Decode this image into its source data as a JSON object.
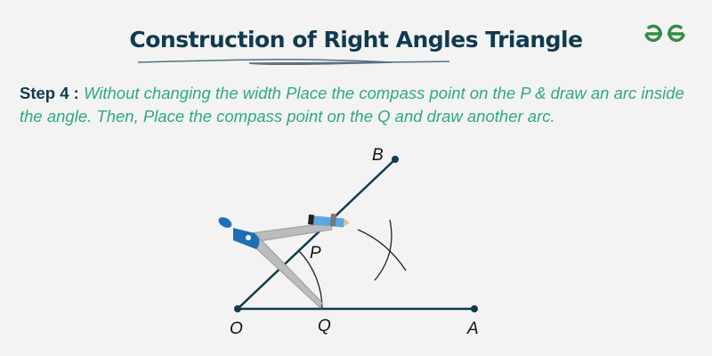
{
  "header": {
    "title": "Construction of Right Angles Triangle",
    "logo": "GfG"
  },
  "step": {
    "label": "Step 4 :",
    "text": "Without changing the width Place the compass point on the P & draw an arc inside the angle. Then, Place the compass point on the Q and draw another arc."
  },
  "diagram": {
    "points": {
      "O": "O",
      "A": "A",
      "B": "B",
      "P": "P",
      "Q": "Q"
    },
    "line_color": "#0f3a4f",
    "compass_color": "#1f6fb5"
  }
}
